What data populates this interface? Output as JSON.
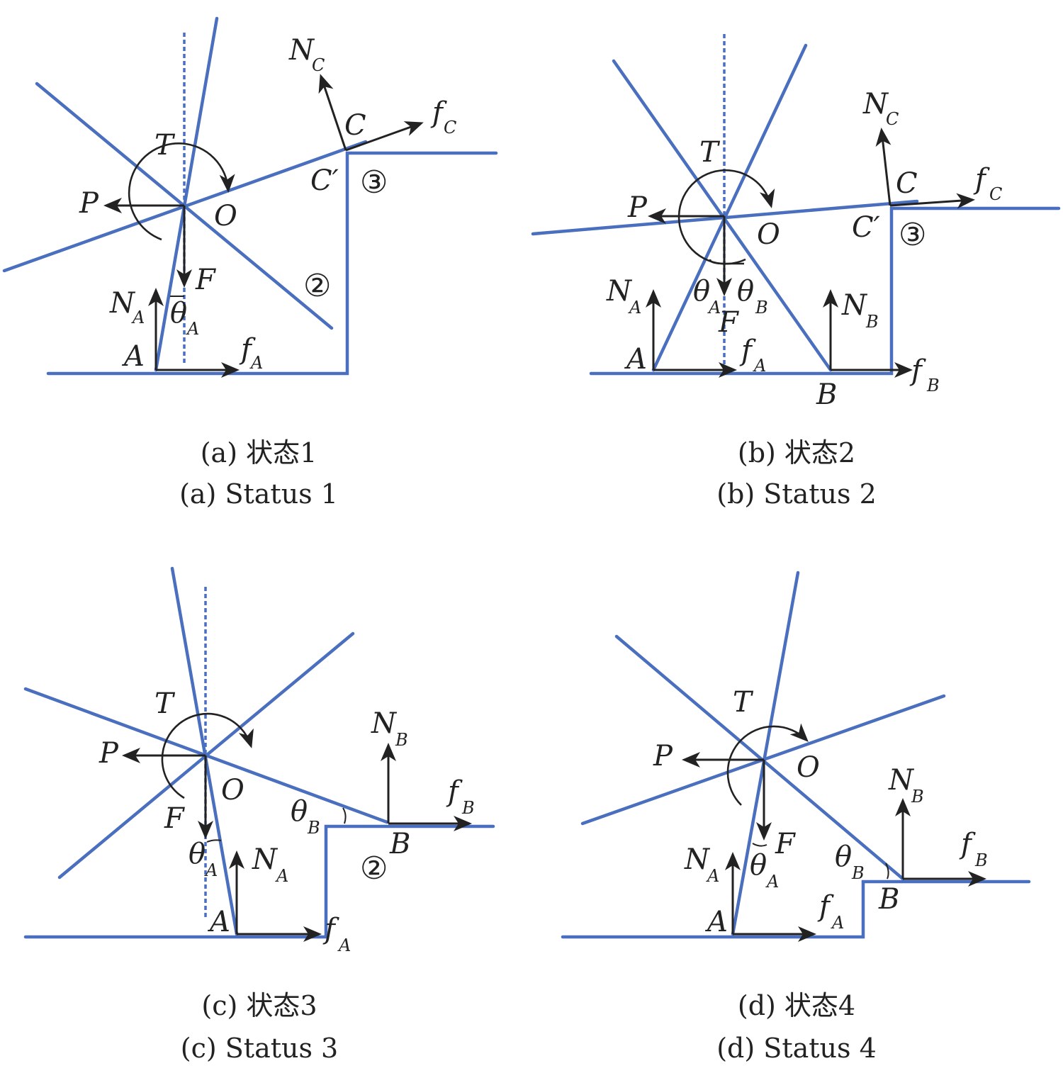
{
  "colors": {
    "structure": "#4a6fbf",
    "force": "#222222"
  },
  "panels": {
    "a": {
      "caption_cn": "(a) 状态1",
      "caption_en": "(a) Status 1",
      "labels": {
        "T": "T",
        "P": "P",
        "O": "O",
        "F": "F",
        "A": "A",
        "C": "C",
        "C_prime": "C′",
        "N": "N",
        "f": "f",
        "theta": "θ",
        "sub_A": "A",
        "sub_C": "C",
        "step3": "③",
        "step2": "②"
      }
    },
    "b": {
      "caption_cn": "(b) 状态2",
      "caption_en": "(b) Status 2",
      "labels": {
        "T": "T",
        "P": "P",
        "O": "O",
        "F": "F",
        "A": "A",
        "B": "B",
        "C": "C",
        "C_prime": "C′",
        "N": "N",
        "f": "f",
        "theta": "θ",
        "sub_A": "A",
        "sub_B": "B",
        "sub_C": "C",
        "step3": "③"
      }
    },
    "c": {
      "caption_cn": "(c) 状态3",
      "caption_en": "(c) Status 3",
      "labels": {
        "T": "T",
        "P": "P",
        "O": "O",
        "F": "F",
        "A": "A",
        "B": "B",
        "N": "N",
        "f": "f",
        "theta": "θ",
        "sub_A": "A",
        "sub_B": "B",
        "step2": "②"
      }
    },
    "d": {
      "caption_cn": "(d) 状态4",
      "caption_en": "(d) Status 4",
      "labels": {
        "T": "T",
        "P": "P",
        "O": "O",
        "F": "F",
        "A": "A",
        "B": "B",
        "N": "N",
        "f": "f",
        "theta": "θ",
        "sub_A": "A",
        "sub_B": "B"
      }
    }
  }
}
